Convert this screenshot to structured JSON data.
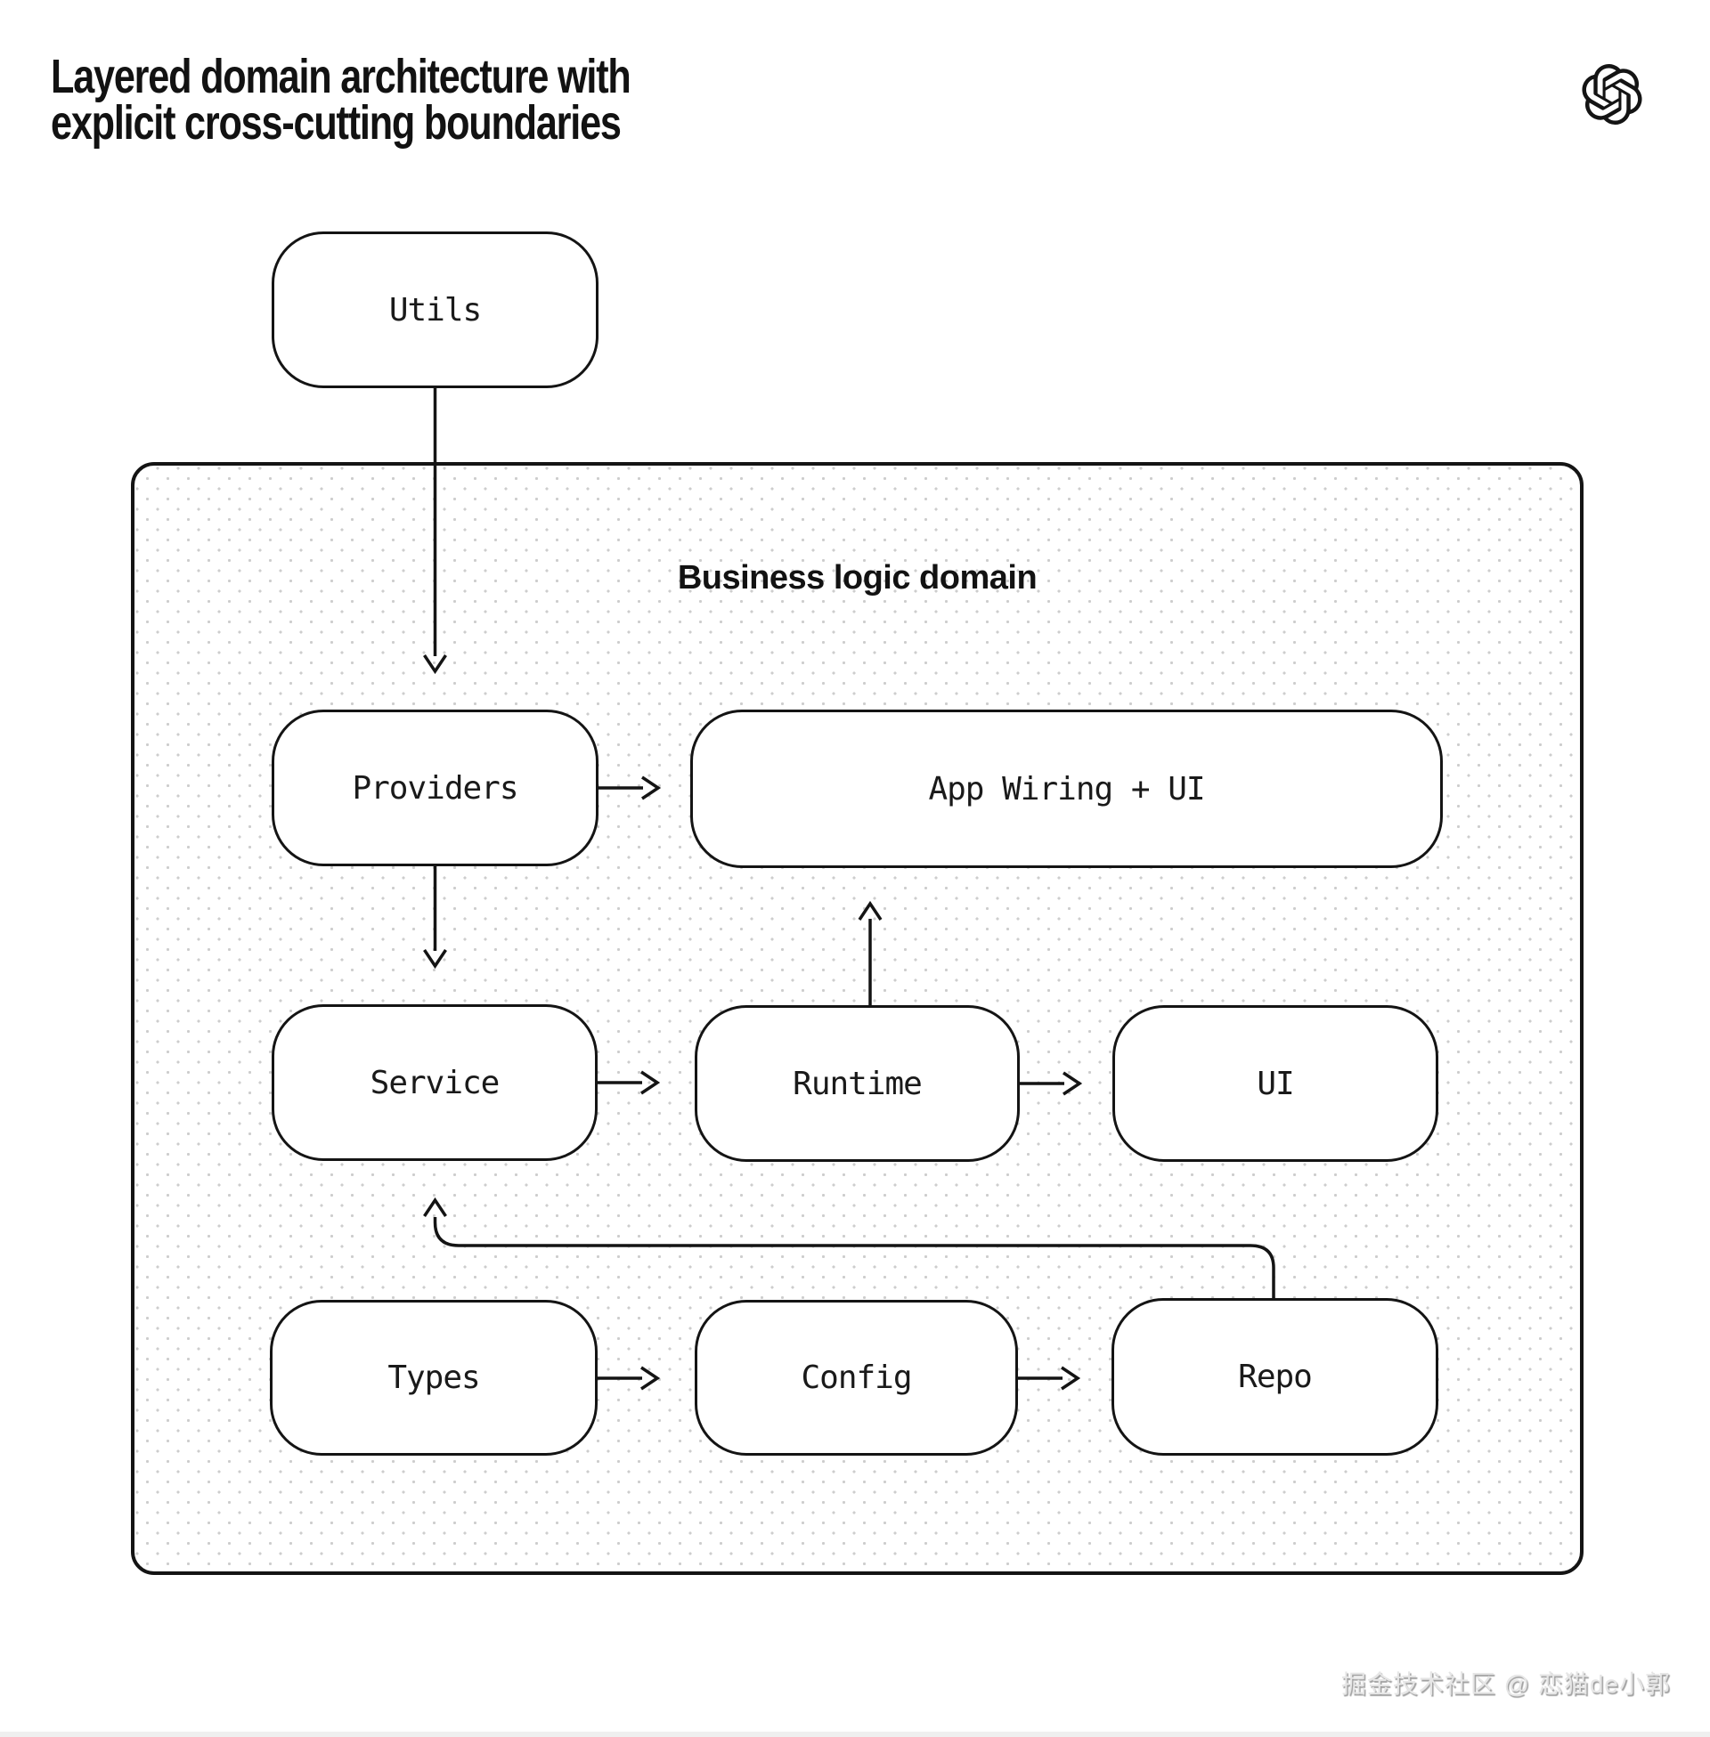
{
  "title": {
    "line1": "Layered domain architecture with",
    "line2": "explicit cross-cutting boundaries"
  },
  "logo": {
    "name": "openai-logo"
  },
  "container": {
    "label": "Business logic domain"
  },
  "nodes": {
    "utils": "Utils",
    "providers": "Providers",
    "app_wiring": "App Wiring + UI",
    "service": "Service",
    "runtime": "Runtime",
    "ui": "UI",
    "types": "Types",
    "config": "Config",
    "repo": "Repo"
  },
  "edges": [
    {
      "from": "Utils",
      "to": "Providers"
    },
    {
      "from": "Providers",
      "to": "App Wiring + UI"
    },
    {
      "from": "Providers",
      "to": "Service"
    },
    {
      "from": "Service",
      "to": "Runtime"
    },
    {
      "from": "Runtime",
      "to": "UI"
    },
    {
      "from": "Runtime",
      "to": "App Wiring + UI"
    },
    {
      "from": "Types",
      "to": "Config"
    },
    {
      "from": "Config",
      "to": "Repo"
    },
    {
      "from": "Repo",
      "to": "Service"
    }
  ],
  "watermark": "掘金技术社区 @ 恋猫de小郭",
  "colors": {
    "ink": "#141414",
    "pattern_dot": "#cdcdcd",
    "background": "#ffffff"
  }
}
